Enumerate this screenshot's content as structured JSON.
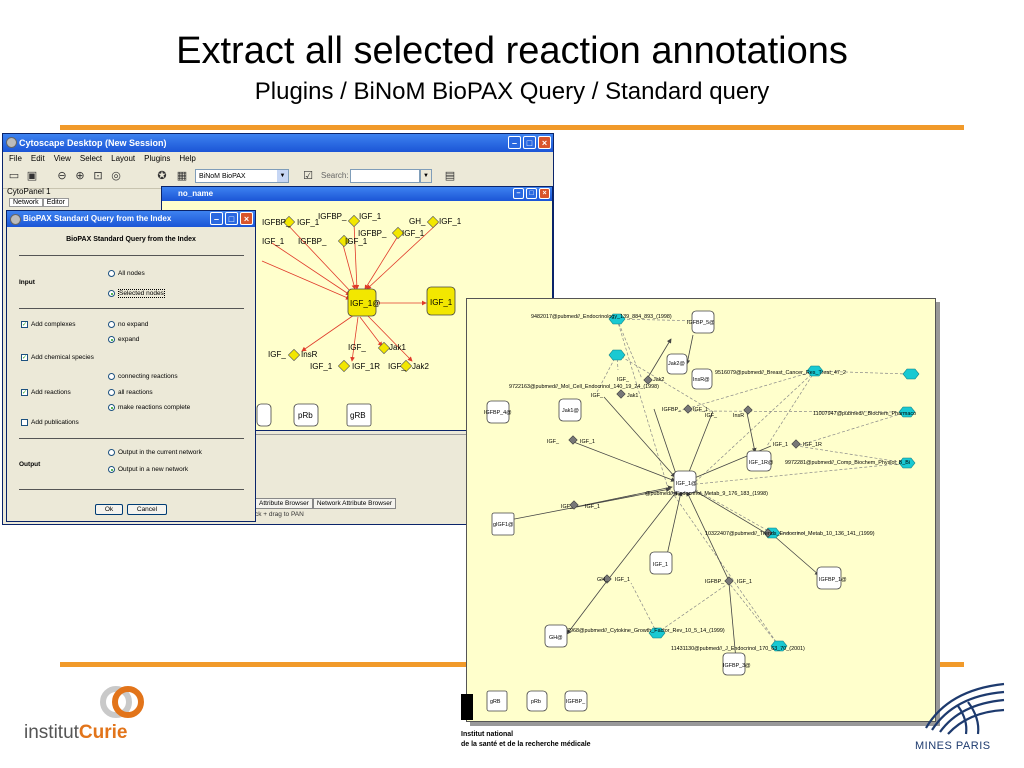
{
  "slide": {
    "title": "Extract all selected reaction annotations",
    "subtitle": "Plugins / BiNoM BioPAX Query / Standard query",
    "accent_color": "#f19a2a"
  },
  "cytoscape": {
    "window_title": "Cytoscape Desktop (New Session)",
    "menu": [
      "File",
      "Edit",
      "View",
      "Select",
      "Layout",
      "Plugins",
      "Help"
    ],
    "toolbar_select_value": "BiNoM BioPAX",
    "search_label": "Search:",
    "cytopanel_label": "CytoPanel 1",
    "cytopanel_tabs": [
      "Network",
      "Editor"
    ],
    "network_title": "no_name",
    "attribute_tabs": [
      "Attribute Browser",
      "Network Attribute Browser"
    ],
    "status_text": "ck + drag to PAN"
  },
  "network": {
    "nodes": [
      "IGFBP_",
      "IGF_1",
      "IGFBP_",
      "IGF_1",
      "GH_",
      "IGF_1",
      "IGFBP_",
      "IGF_1",
      "IGF_1",
      "IGFBP_",
      "IGF_1",
      "IGF_1@",
      "IGF_1",
      "IGF_",
      "InsR",
      "IGF_",
      "Jak1",
      "IGF_1",
      "IGF_1R",
      "IGF_",
      "Jak2",
      "pRb",
      "gRB"
    ]
  },
  "dialog": {
    "title": "BioPAX Standard Query from the Index",
    "heading": "BioPAX Standard Query from the Index",
    "input_label": "Input",
    "input_options": [
      "All nodes",
      "Selected nodes"
    ],
    "add_complexes": "Add complexes",
    "add_chemical_species": "Add chemical species",
    "add_reactions": "Add reactions",
    "add_publications": "Add publications",
    "expand_options": [
      "no expand",
      "expand"
    ],
    "reaction_options": [
      "connecting reactions",
      "all reactions",
      "make reactions complete"
    ],
    "output_label": "Output",
    "output_options": [
      "Output in the current network",
      "Output in a new network"
    ],
    "ok_label": "Ok",
    "cancel_label": "Cancel"
  },
  "result": {
    "labels": [
      "9482017@pubmed//_Endocrinology_139_884_893_(1998)",
      "IGFBP_5@",
      "Jak2@",
      "IGF_",
      "Jak2",
      "9516079@pubmed//_Breast_Cancer_Res_Treat_47_2",
      "9722163@pubmed//_Mol_Cell_Endocrinol_140_19_24_(1998)",
      "InsR@",
      "Jak1",
      "IGF_",
      "IGFBP_4@",
      "Jak1@",
      "IGFBP_",
      "IGF_1",
      "IGF_",
      "InsR",
      "11007947@pubmed//_Biochem_Pharmaco",
      "IGF_",
      "IGF_1",
      "IGF_1",
      "IGF_1R",
      "IGF_1R@",
      "9972281@pubmed//_Comp_Biochem_Physiol_B_Bi",
      "IGF_1@",
      "@pubmed//_Endocrinol_Metab_9_176_183_(1998)",
      "IGF_",
      "IGF_1",
      "gIGF1@",
      "10322407@pubmed//_Trends_Endocrinol_Metab_10_136_141_(1999)",
      "IGF_1",
      "GH_",
      "IGF_1",
      "IGFBP_",
      "IGF_1",
      "IGFBP_1@",
      "GH@",
      "7968@pubmed//_Cytokine_Growth_Factor_Rev_10_5_14_(1999)",
      "11431130@pubmed//_J_Endocrinol_170_63_70_(2001)",
      "IGFBP_3@",
      "gRB",
      "pRb",
      "IGFBP_"
    ]
  },
  "footer": {
    "curie_prefix": "institut",
    "curie_name": "Curie",
    "inserm_line1": "Institut national",
    "inserm_line2": "de la santé et de la recherche médicale",
    "mines": "MINES PARIS"
  }
}
